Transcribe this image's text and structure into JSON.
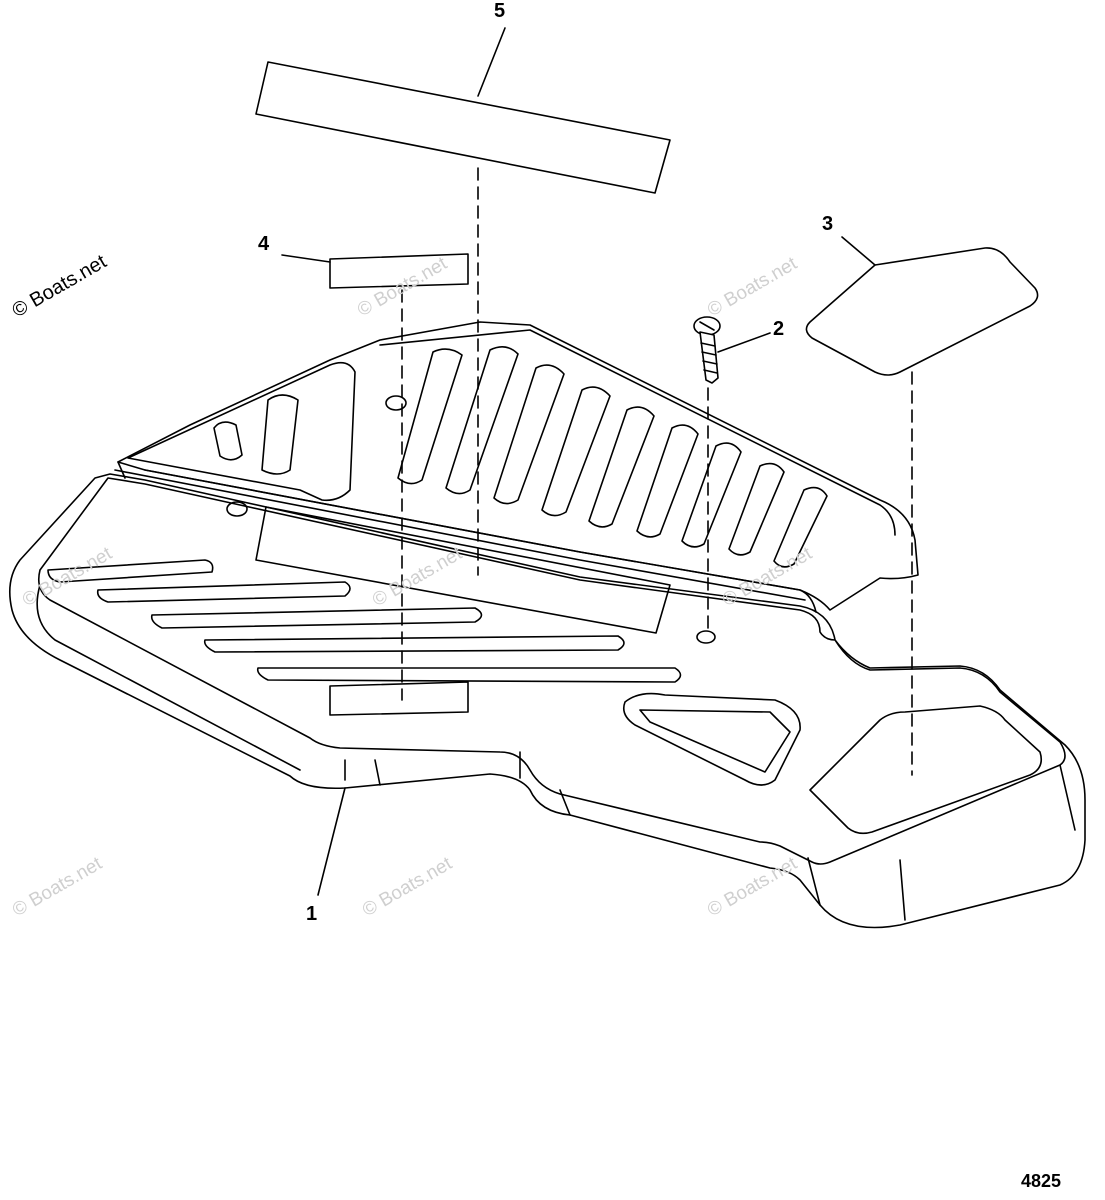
{
  "callouts": {
    "c1": "1",
    "c2": "2",
    "c3": "3",
    "c4": "4",
    "c5": "5"
  },
  "watermark": {
    "text": "© Boats.net"
  },
  "figure_number": "4825"
}
